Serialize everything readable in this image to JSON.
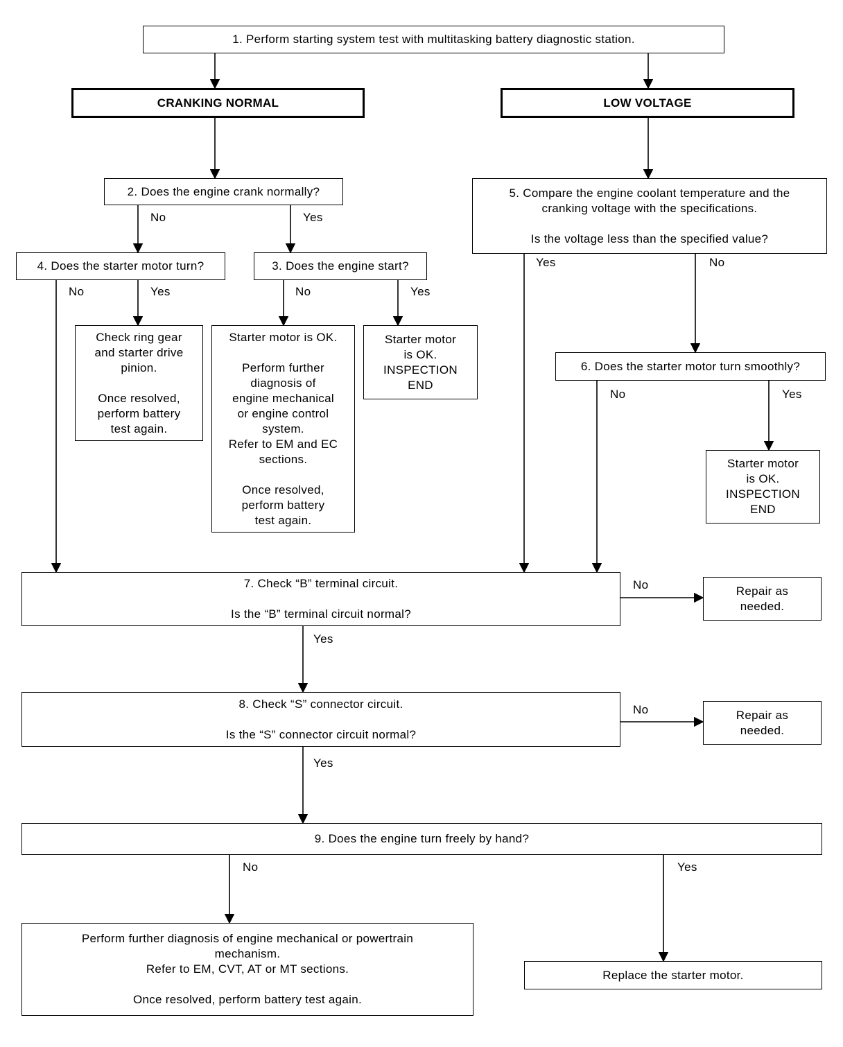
{
  "steps": {
    "s1": "1. Perform starting system test with multitasking battery diagnostic station.",
    "cranking_normal": "CRANKING NORMAL",
    "low_voltage": "LOW VOLTAGE",
    "s2": "2. Does the engine crank normally?",
    "s3": "3. Does the engine start?",
    "s4": "4. Does the starter motor turn?",
    "s5": "5. Compare the engine coolant temperature and the\ncranking voltage with the specifications.\n\nIs the voltage less than the specified value?",
    "s6": "6. Does the starter motor turn smoothly?",
    "s7": "7. Check “B” terminal circuit.\n\nIs the “B” terminal circuit normal?",
    "s8": "8. Check “S” connector circuit.\n\nIs the “S” connector circuit normal?",
    "s9": "9. Does the engine turn freely by hand?"
  },
  "results": {
    "ring_gear": "Check ring gear\nand starter drive\npinion.\n\nOnce resolved,\nperform battery\ntest again.",
    "starter_ok_further": "Starter motor is OK.\n\nPerform further\ndiagnosis of\nengine mechanical\nor engine control\nsystem.\nRefer to EM and EC\nsections.\n\nOnce resolved,\nperform battery\ntest again.",
    "starter_ok_end_1": "Starter motor\nis OK.\nINSPECTION\nEND",
    "starter_ok_end_2": "Starter motor\nis OK.\nINSPECTION\nEND",
    "repair_1": "Repair as\nneeded.",
    "repair_2": "Repair as\nneeded.",
    "further_powertrain": "Perform further diagnosis of engine mechanical or powertrain\nmechanism.\nRefer to EM, CVT, AT or MT sections.\n\nOnce resolved, perform battery test again.",
    "replace_starter": "Replace the starter motor."
  },
  "labels": {
    "yes": "Yes",
    "no": "No"
  }
}
